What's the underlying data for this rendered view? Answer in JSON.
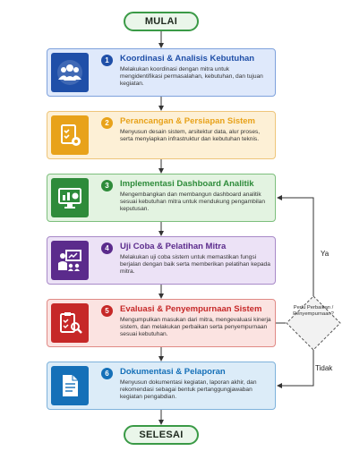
{
  "start_label": "MULAI",
  "end_label": "SELESAI",
  "steps": [
    {
      "number": "1",
      "title": "Koordinasi & Analisis Kebutuhan",
      "description": "Melakukan koordinasi dengan mitra untuk mengidentifikasi permasalahan, kebutuhan, dan tujuan kegiatan.",
      "icon": "team-people-icon",
      "accent": "#1f4fa8",
      "fill": "#dfe9fb",
      "border": "#7fa2dc"
    },
    {
      "number": "2",
      "title": "Perancangan & Persiapan Sistem",
      "description": "Menyusun desain sistem, arsitektur data, alur proses, serta menyiapkan infrastruktur dan kebutuhan teknis.",
      "icon": "checklist-gear-icon",
      "accent": "#e8a21a",
      "fill": "#fdf0d6",
      "border": "#eec57a"
    },
    {
      "number": "3",
      "title": "Implementasi Dashboard Analitik",
      "description": "Mengembangkan dan membangun dashboard analitik sesuai kebutuhan mitra untuk mendukung pengambilan keputusan.",
      "icon": "dashboard-monitor-icon",
      "accent": "#2e8b3a",
      "fill": "#e3f3e1",
      "border": "#7dbf7d"
    },
    {
      "number": "4",
      "title": "Uji Coba & Pelatihan Mitra",
      "description": "Melakukan uji coba sistem untuk memastikan fungsi berjalan dengan baik serta memberikan pelatihan kepada mitra.",
      "icon": "presentation-training-icon",
      "accent": "#5b2b8c",
      "fill": "#ece2f6",
      "border": "#a88ac8"
    },
    {
      "number": "5",
      "title": "Evaluasi & Penyempurnaan Sistem",
      "description": "Mengumpulkan masukan dari mitra, mengevaluasi kinerja sistem, dan melakukan perbaikan serta penyempurnaan sesuai kebutuhan.",
      "icon": "clipboard-search-icon",
      "accent": "#c62828",
      "fill": "#fbe3e1",
      "border": "#e08a86"
    },
    {
      "number": "6",
      "title": "Dokumentasi & Pelaporan",
      "description": "Menyusun dokumentasi kegiatan, laporan akhir, dan rekomendasi sebagai bentuk pertanggungjawaban kegiatan pengabdian.",
      "icon": "document-icon",
      "accent": "#1570b8",
      "fill": "#dcecf8",
      "border": "#7eb2db"
    }
  ],
  "decision": {
    "text": "Perlu Perbaikan / Penyempurnaan?",
    "yes_label": "Ya",
    "no_label": "Tidak"
  }
}
